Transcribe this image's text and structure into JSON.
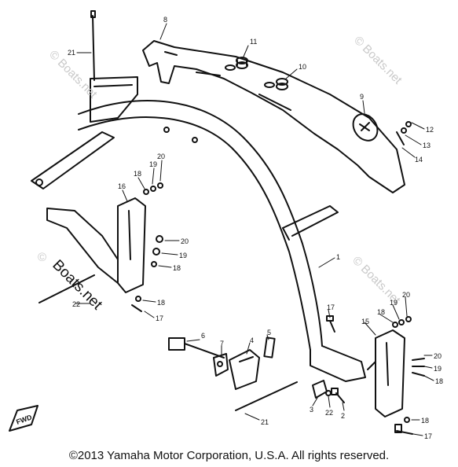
{
  "callouts": [
    "21",
    "8",
    "11",
    "10",
    "9",
    "12",
    "13",
    "14",
    "18",
    "19",
    "20",
    "16",
    "20",
    "19",
    "18",
    "18",
    "17",
    "22",
    "1",
    "6",
    "7",
    "4",
    "5",
    "17",
    "18",
    "19",
    "20",
    "15",
    "20",
    "19",
    "18",
    "18",
    "17",
    "21",
    "3",
    "22",
    "2"
  ],
  "watermarks": {
    "site": "© Boats.net",
    "big_site": "Boats.net"
  },
  "fwd_label": "FWD",
  "copyright": "©2013 Yamaha Motor Corporation, U.S.A. All rights reserved."
}
